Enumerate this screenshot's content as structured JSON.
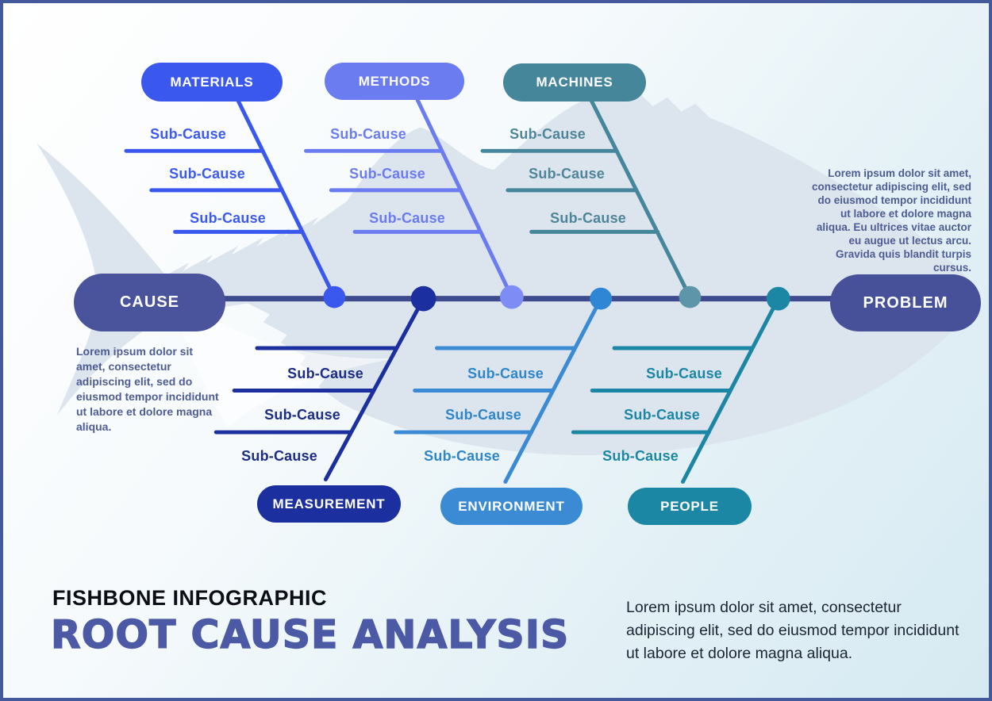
{
  "diagram": {
    "cause": {
      "label": "CAUSE",
      "description": "Lorem ipsum dolor sit amet, consectetur adipiscing elit, sed do eiusmod tempor incididunt ut labore et dolore magna aliqua."
    },
    "problem": {
      "label": "PROBLEM"
    },
    "side_note": "Lorem ipsum dolor sit amet, consectetur adipiscing elit, sed do eiusmod tempor incididunt ut labore et dolore magna aliqua. Eu ultrices vitae auctor eu augue ut lectus arcu. Gravida quis blandit turpis cursus.",
    "top_branches": [
      {
        "id": "materials",
        "label": "MATERIALS",
        "color": "#3b58ee",
        "sub_causes": [
          "Sub-Cause",
          "Sub-Cause",
          "Sub-Cause"
        ]
      },
      {
        "id": "methods",
        "label": "METHODS",
        "color": "#6b7cf0",
        "sub_causes": [
          "Sub-Cause",
          "Sub-Cause",
          "Sub-Cause"
        ]
      },
      {
        "id": "machines",
        "label": "MACHINES",
        "color": "#45869b",
        "sub_causes": [
          "Sub-Cause",
          "Sub-Cause",
          "Sub-Cause"
        ]
      }
    ],
    "bottom_branches": [
      {
        "id": "measurement",
        "label": "MEASUREMENT",
        "color": "#1c2f9e",
        "sub_causes": [
          "Sub-Cause",
          "Sub-Cause",
          "Sub-Cause"
        ]
      },
      {
        "id": "environment",
        "label": "ENVIRONMENT",
        "color": "#3a8bd4",
        "sub_causes": [
          "Sub-Cause",
          "Sub-Cause",
          "Sub-Cause"
        ]
      },
      {
        "id": "people",
        "label": "PEOPLE",
        "color": "#1c87a4",
        "sub_causes": [
          "Sub-Cause",
          "Sub-Cause",
          "Sub-Cause"
        ]
      }
    ]
  },
  "footer": {
    "kicker": "FISHBONE INFOGRAPHIC",
    "title": "ROOT CAUSE ANALYSIS",
    "description": "Lorem ipsum dolor sit amet, consectetur adipiscing elit, sed do eiusmod tempor incididunt ut labore et dolore magna aliqua."
  },
  "colors": {
    "frame_border": "#44589c",
    "spine": "#3e4b8e",
    "cause_pill": "#4a549c",
    "problem_pill": "#46519a",
    "fish_silhouette": "#dce4ed",
    "side_note_text": "#4d5c94",
    "big_title_text": "#4c5aa5",
    "kicker_text": "#0c0e16"
  }
}
